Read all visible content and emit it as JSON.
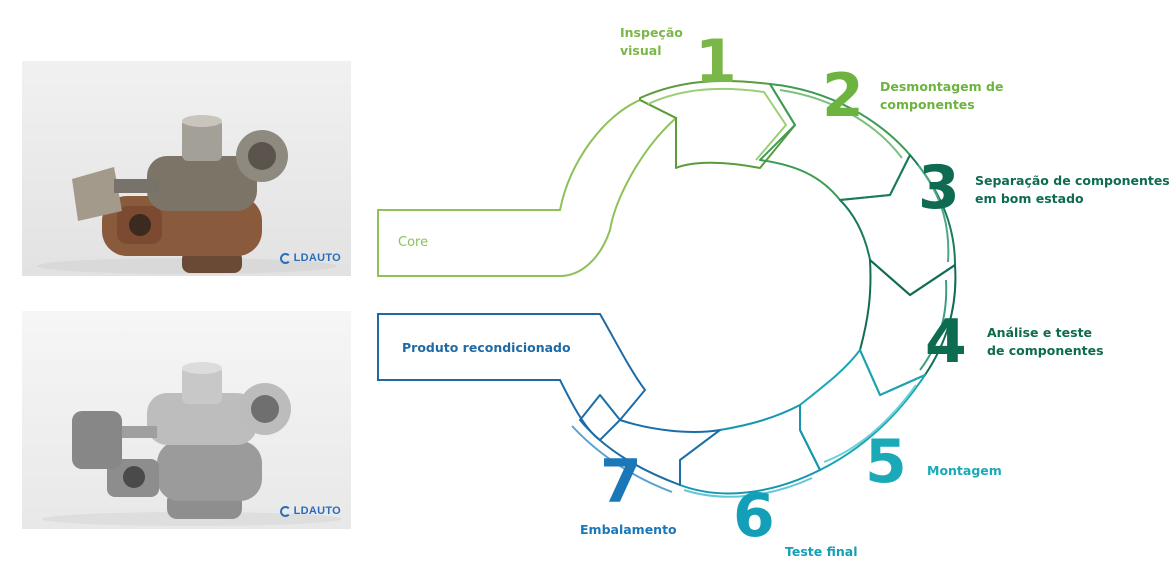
{
  "brand": {
    "name": "LDAUTO"
  },
  "core_label": "Core",
  "product_label": "Produto recondicionado",
  "steps": [
    {
      "number": "1",
      "label_line1": "Inspeção",
      "label_line2": "visual",
      "color": "#7ab648"
    },
    {
      "number": "2",
      "label_line1": "Desmontagem de",
      "label_line2": "componentes",
      "color": "#6db33f"
    },
    {
      "number": "3",
      "label_line1": "Separação de componentes",
      "label_line2": "em bom estado",
      "color": "#0e6b52"
    },
    {
      "number": "4",
      "label_line1": "Análise e teste",
      "label_line2": "de componentes",
      "color": "#0d6b4f"
    },
    {
      "number": "5",
      "label_line1": "Montagem",
      "label_line2": "",
      "color": "#19a9b7"
    },
    {
      "number": "6",
      "label_line1": "Teste final",
      "label_line2": "",
      "color": "#139fb7"
    },
    {
      "number": "7",
      "label_line1": "Embalamento",
      "label_line2": "",
      "color": "#1a77b8"
    }
  ],
  "colors": {
    "core_outline": "#8cc258",
    "product_outline": "#1f6aa5"
  }
}
